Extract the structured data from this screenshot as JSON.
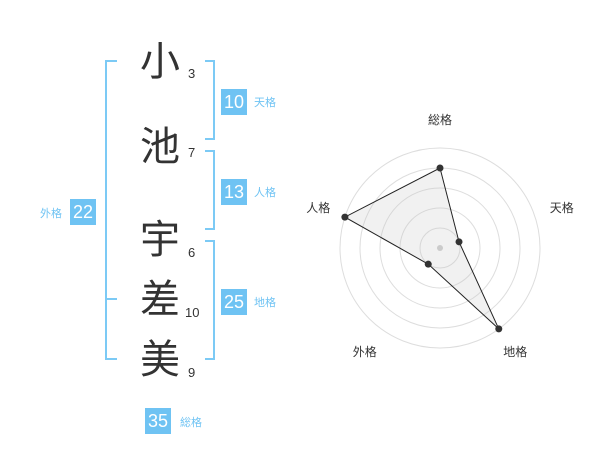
{
  "characters": [
    {
      "char": "小",
      "strokes": "3"
    },
    {
      "char": "池",
      "strokes": "7"
    },
    {
      "char": "宇",
      "strokes": "6"
    },
    {
      "char": "差",
      "strokes": "10"
    },
    {
      "char": "美",
      "strokes": "9"
    }
  ],
  "fortunes": {
    "tenkaku": {
      "value": "10",
      "label": "天格"
    },
    "jinkaku": {
      "value": "13",
      "label": "人格"
    },
    "chikaku": {
      "value": "25",
      "label": "地格"
    },
    "gaikaku": {
      "value": "22",
      "label": "外格"
    },
    "soukaku": {
      "value": "35",
      "label": "総格"
    }
  },
  "colors": {
    "accent": "#6fc3f3",
    "bracket": "#7ccaf5",
    "text": "#333333"
  },
  "chart_data": {
    "type": "radar",
    "axes": [
      "総格",
      "天格",
      "地格",
      "外格",
      "人格"
    ],
    "values": [
      4,
      1,
      5,
      1,
      5
    ],
    "max": 5,
    "rings": 5
  }
}
